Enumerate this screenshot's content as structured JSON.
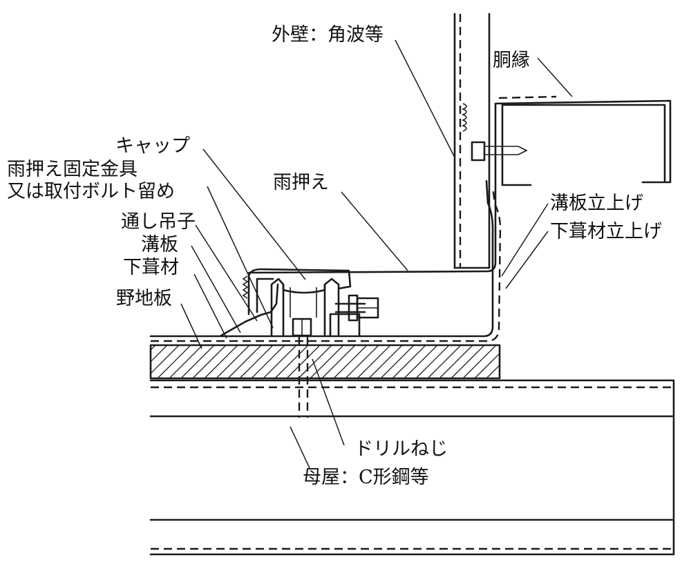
{
  "labels": {
    "outer_wall": "外壁：角波等",
    "girt": "胴縁",
    "cap": "キャップ",
    "flashing_fixture_1": "雨押え固定金具",
    "flashing_fixture_2": "又は取付ボルト留め",
    "flashing": "雨押え",
    "gutter_upturn": "溝板立上げ",
    "underlay_upturn": "下葺材立上げ",
    "through_clip": "通し吊子",
    "gutter_plate": "溝板",
    "underlay": "下葺材",
    "sheathing": "野地板",
    "drill_screw": "ドリルねじ",
    "purlin": "母屋：C形鋼等"
  }
}
